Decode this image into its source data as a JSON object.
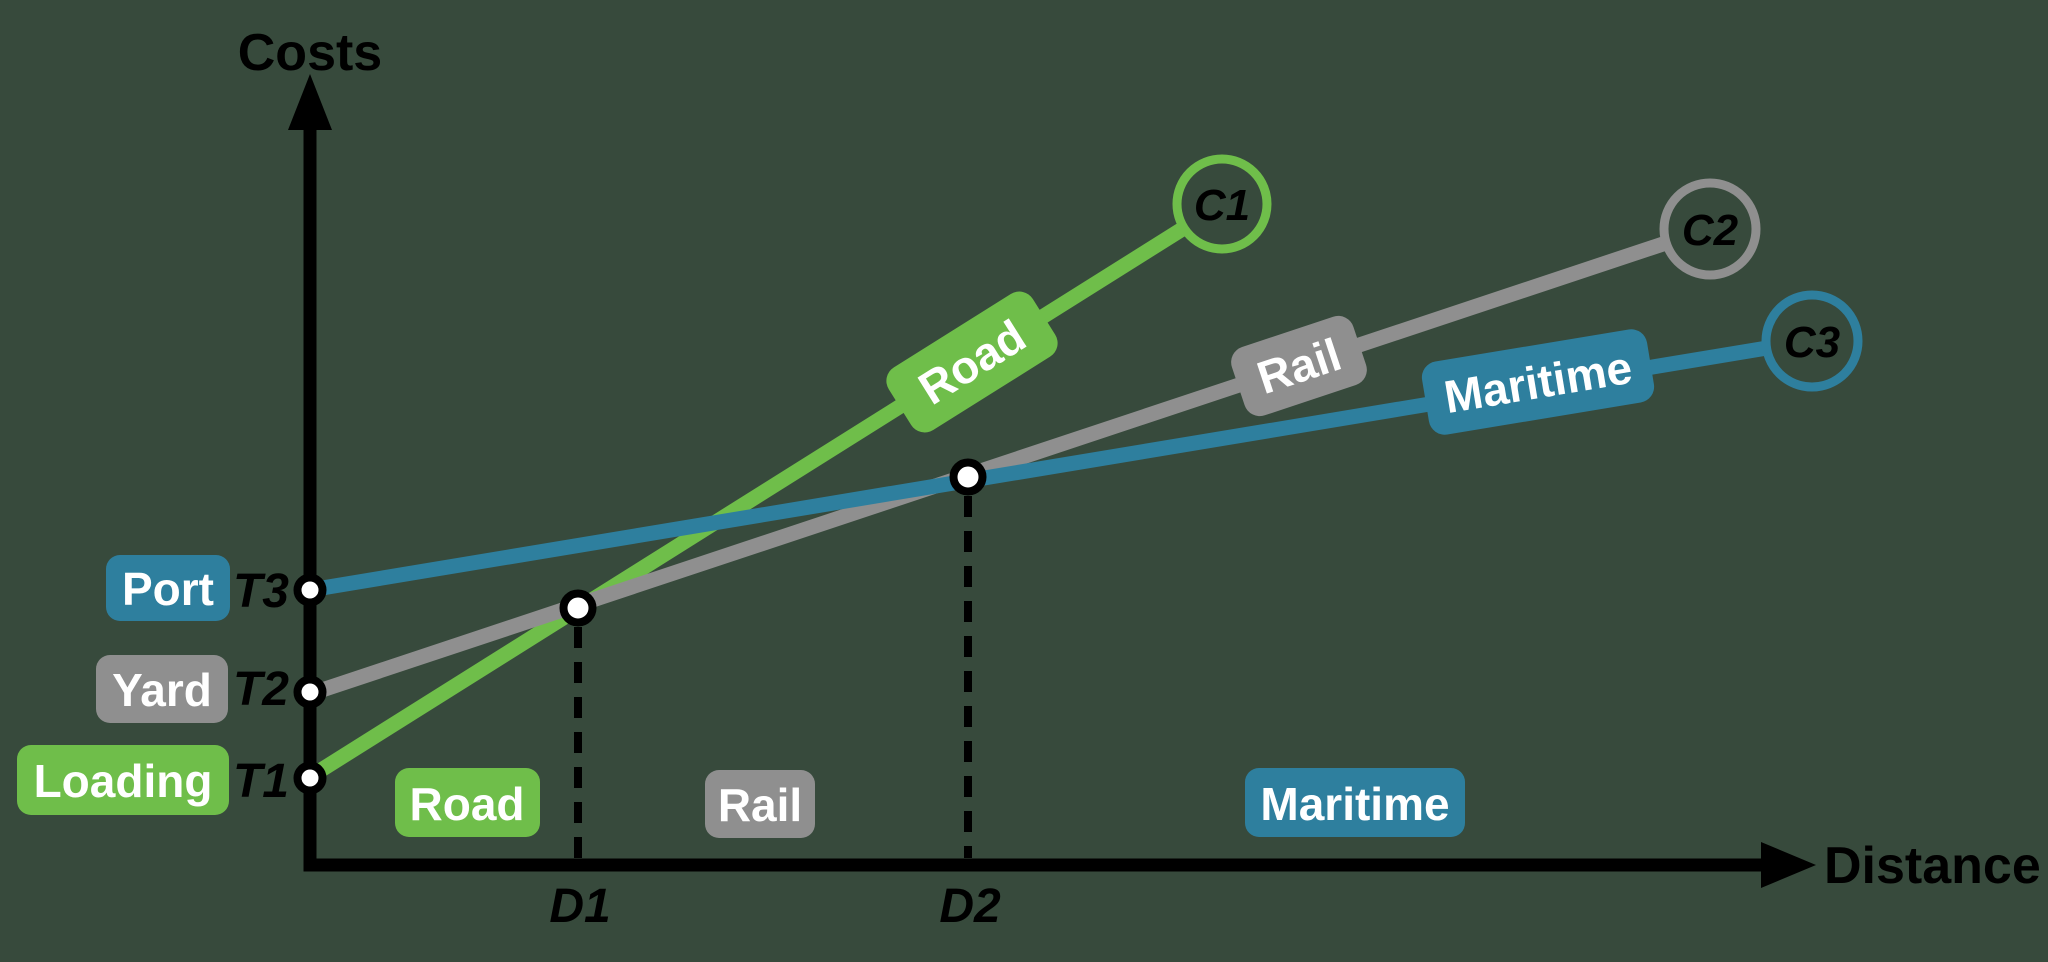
{
  "colors": {
    "background": "#374A3C",
    "road_green": "#6FBE4A",
    "rail_gray": "#8F8F8F",
    "maritime_blue": "#2E7F9E",
    "axis_black": "#000000",
    "label_white": "#FFFFFF",
    "marker_fill": "#FFFFFF"
  },
  "axis": {
    "y_label": "Costs",
    "x_label": "Distance"
  },
  "left_labels": [
    {
      "badge": "Port",
      "tick": "T3"
    },
    {
      "badge": "Yard",
      "tick": "T2"
    },
    {
      "badge": "Loading",
      "tick": "T1"
    }
  ],
  "lines": [
    {
      "label": "Road",
      "end_label": "C1"
    },
    {
      "label": "Rail",
      "end_label": "C2"
    },
    {
      "label": "Maritime",
      "end_label": "C3"
    }
  ],
  "x_ticks": [
    {
      "label": "D1"
    },
    {
      "label": "D2"
    }
  ],
  "bottom_regions": [
    {
      "label": "Road"
    },
    {
      "label": "Rail"
    },
    {
      "label": "Maritime"
    }
  ],
  "chart_data": {
    "type": "line",
    "title": "",
    "xlabel": "Distance",
    "ylabel": "Costs",
    "axis_numeric_labels": false,
    "units": "relative (conceptual diagram, no numeric scale shown)",
    "series": [
      {
        "name": "Road",
        "terminal_badge": "Loading",
        "intercept_label": "T1",
        "end_label": "C1",
        "color": "#6FBE4A",
        "intercept_rel": 0.9,
        "slope_rel": 0.63
      },
      {
        "name": "Rail",
        "terminal_badge": "Yard",
        "intercept_label": "T2",
        "end_label": "C2",
        "color": "#8F8F8F",
        "intercept_rel": 1.7,
        "slope_rel": 0.33
      },
      {
        "name": "Maritime",
        "terminal_badge": "Port",
        "intercept_label": "T3",
        "end_label": "C3",
        "color": "#2E7F9E",
        "intercept_rel": 2.75,
        "slope_rel": 0.17
      }
    ],
    "breakpoints": [
      {
        "label": "D1",
        "x_rel": 2.7,
        "meaning": "Road and Rail cost lines cross"
      },
      {
        "label": "D2",
        "x_rel": 6.6,
        "meaning": "Rail and Maritime cost lines cross"
      }
    ],
    "regions": [
      {
        "range": "0 to D1",
        "cheapest_mode": "Road"
      },
      {
        "range": "D1 to D2",
        "cheapest_mode": "Rail"
      },
      {
        "range": "beyond D2",
        "cheapest_mode": "Maritime"
      }
    ],
    "legend_position": "labels on lines",
    "grid": false
  }
}
